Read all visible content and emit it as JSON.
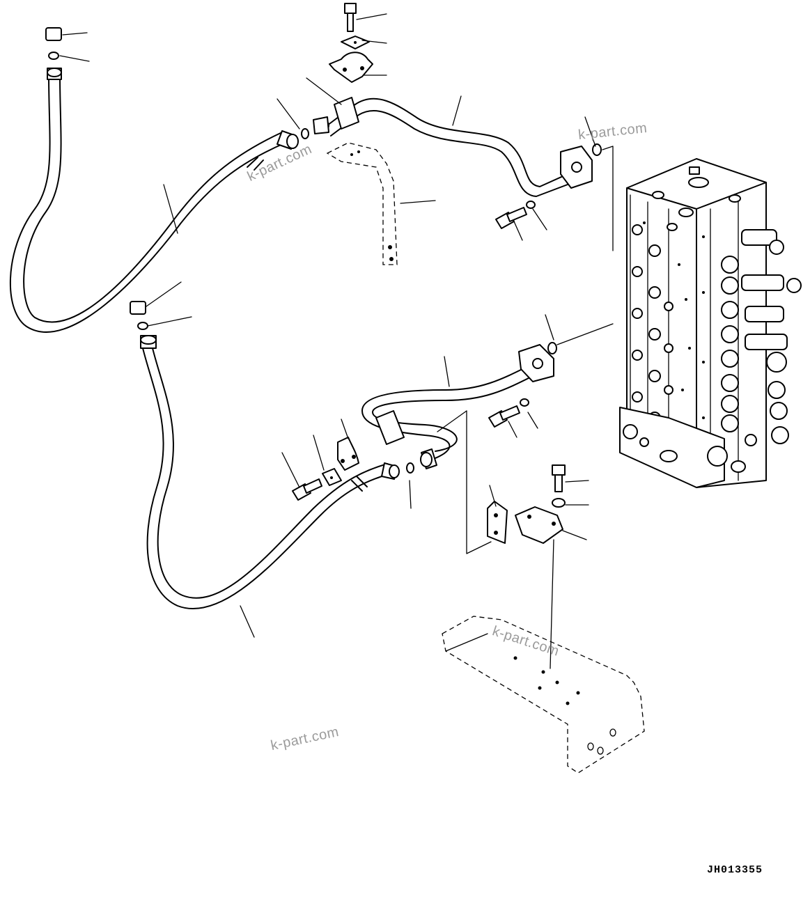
{
  "drawing": {
    "id": "JH013355",
    "watermarks": [
      "k-part.com",
      "k-part.com",
      "k-part.com",
      "k-part.com"
    ]
  },
  "colors": {
    "line": "#000000",
    "background": "#ffffff",
    "watermark": "#8a8a8a"
  },
  "parts": [
    "bolt-top",
    "clamp-plate-top",
    "clamp-top",
    "hose-upper",
    "hose-lower",
    "tube-upper",
    "tube-lower",
    "flange-upper",
    "flange-lower",
    "bracket-upper",
    "bracket-lower",
    "control-valve",
    "frame-plate",
    "o-ring",
    "plug",
    "washer"
  ]
}
